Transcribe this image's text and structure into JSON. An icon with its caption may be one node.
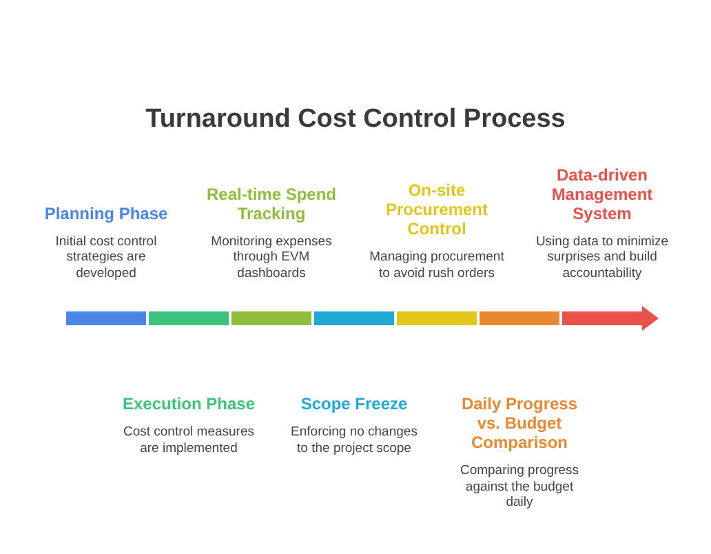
{
  "diagram": {
    "title": "Turnaround Cost Control Process",
    "nodes": [
      {
        "text": [
          "Planning Phase",
          "Initial cost control strategies are developed"
        ]
      },
      {
        "text": [
          "Execution Phase",
          "Cost control measures are implemented"
        ]
      },
      {
        "text": [
          "Real-time Spend Tracking",
          "Monitoring expenses through EVM dashboards"
        ]
      },
      {
        "text": [
          "Scope Freeze",
          "Enforcing no changes to the project scope"
        ]
      },
      {
        "text": [
          "On-site Procurement Control",
          "Managing procurement to avoid rush orders"
        ]
      },
      {
        "text": [
          "Daily Progress vs. Budget Comparison",
          "Comparing progress against the budget daily"
        ]
      },
      {
        "text": [
          "Data-driven Management System",
          "Using data to minimize surprises and build accountability"
        ]
      }
    ]
  }
}
